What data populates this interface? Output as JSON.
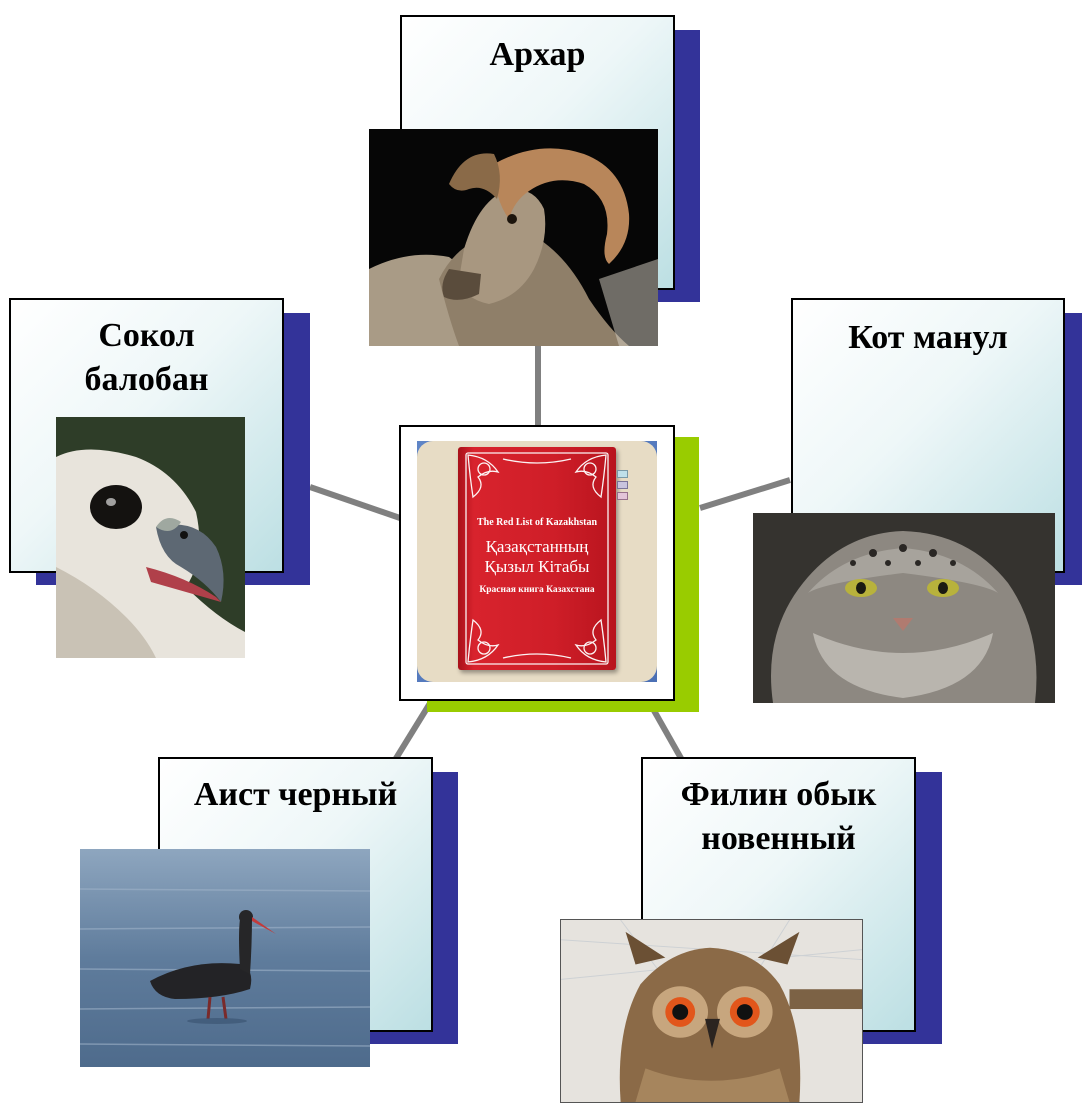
{
  "diagram": {
    "center": {
      "book": {
        "line_en": "The Red List of Kazakhstan",
        "line_kz_1": "Қазақстанның",
        "line_kz_2": "Қызыл Кітабы",
        "line_ru": "Красная книга Казахстана"
      }
    },
    "nodes": [
      {
        "label": "Архар"
      },
      {
        "label": "Кот манул"
      },
      {
        "label": "Сокол балобан"
      },
      {
        "label": "Аист черный"
      },
      {
        "label": "Филин обыкновенный"
      }
    ]
  }
}
